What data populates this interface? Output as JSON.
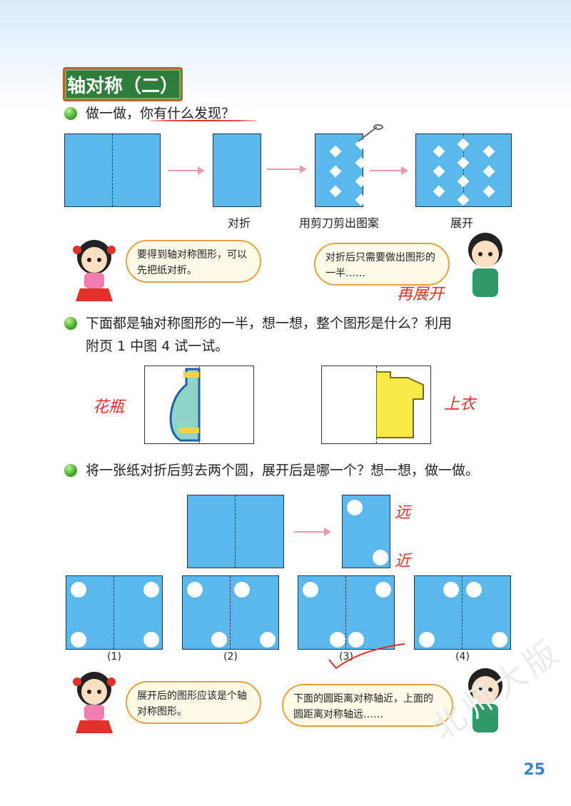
{
  "title": "轴对称（二）",
  "section1": {
    "question": "做一做，你有什么发现？",
    "captions": [
      "对折",
      "用剪刀剪出图案",
      "展开"
    ]
  },
  "bubbles": {
    "girl1": "要得到轴对称图形，可以先把纸对折。",
    "boy1": "对折后只需要做出图形的一半……",
    "girl2": "展开后的图形应该是个轴对称图形。",
    "boy2": "下面的圆距离对称轴近，上面的圆距离对称轴远……"
  },
  "handwriting": {
    "note1": "再展开",
    "vase": "花瓶",
    "shirt": "上衣",
    "far": "远",
    "near": "近"
  },
  "section2": {
    "question_line1": "下面都是轴对称图形的一半，想一想，整个图形是什么？利用",
    "question_line2": "附页 1 中图 4 试一试。"
  },
  "section3": {
    "question": "将一张纸对折后剪去两个圆，展开后是哪一个？想一想，做一做。",
    "options": [
      "(1)",
      "(2)",
      "(3)",
      "(4)"
    ]
  },
  "watermark": "北师大版",
  "page_number": "25",
  "colors": {
    "paper": "#5bb8ec",
    "badge": "#2f7d3a",
    "handwriting": "#e0312b",
    "bubble_border": "#e7a245"
  }
}
